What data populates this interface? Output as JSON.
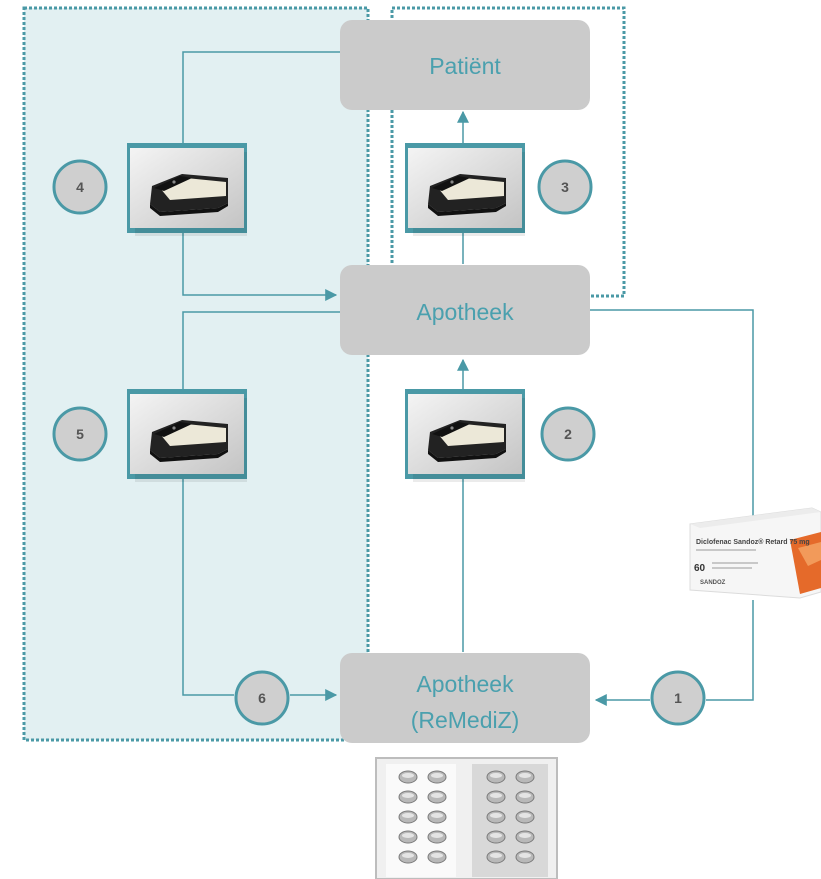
{
  "diagram": {
    "nodes": {
      "patient": "Patiënt",
      "apotheek": "Apotheek",
      "remediz_line1": "Apotheek",
      "remediz_line2": "(ReMediZ)"
    },
    "steps": [
      "1",
      "2",
      "3",
      "4",
      "5",
      "6"
    ],
    "package": {
      "brand_line": "Diclofenac Sandoz® Retard 75 mg",
      "count": "60",
      "maker": "SANDOZ"
    },
    "colors": {
      "teal": "#4a99a6",
      "box_grey": "#cbcbcb",
      "zone_fill": "#e2f0f2",
      "label_teal": "#4aa0ae",
      "circle_fill": "#cfcfcf"
    },
    "icons": {
      "device": "dispenser-device-photo",
      "package": "medication-box-photo",
      "blister": "blister-pack-photo"
    }
  }
}
